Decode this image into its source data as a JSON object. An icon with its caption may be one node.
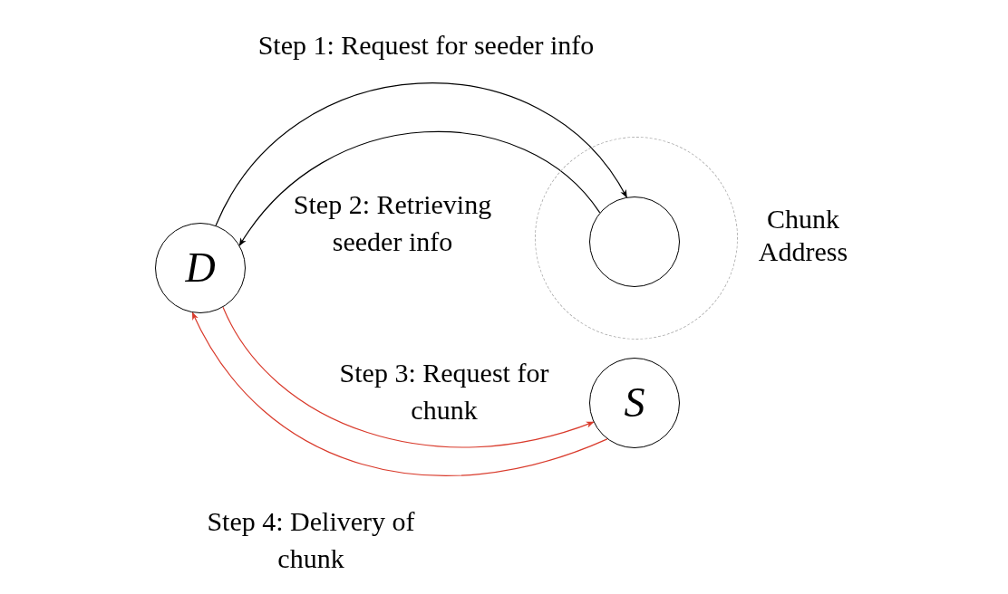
{
  "diagram": {
    "nodes": [
      {
        "text": [
          "D"
        ]
      },
      {
        "text": [],
        "shape": "circle",
        "beside": [
          "Chunk Address"
        ]
      },
      {
        "text": [],
        "shape": "circle",
        "in": 1
      },
      {
        "text": [
          "S"
        ]
      }
    ],
    "edges": [
      {
        "from": 0,
        "to": 2,
        "arrow": "to",
        "label": "Step 1: Request for seeder info"
      },
      {
        "from": 2,
        "to": 0,
        "arrow": "to",
        "label": "Step 2: Retrieving seeder info"
      },
      {
        "from": 0,
        "to": 3,
        "arrow": "to",
        "label": "Step 3: Request for chunk",
        "color": "#d93a2b"
      },
      {
        "from": 3,
        "to": 0,
        "arrow": "to",
        "label": "Step 4: Delivery of chunk",
        "color": "#d93a2b"
      }
    ]
  }
}
